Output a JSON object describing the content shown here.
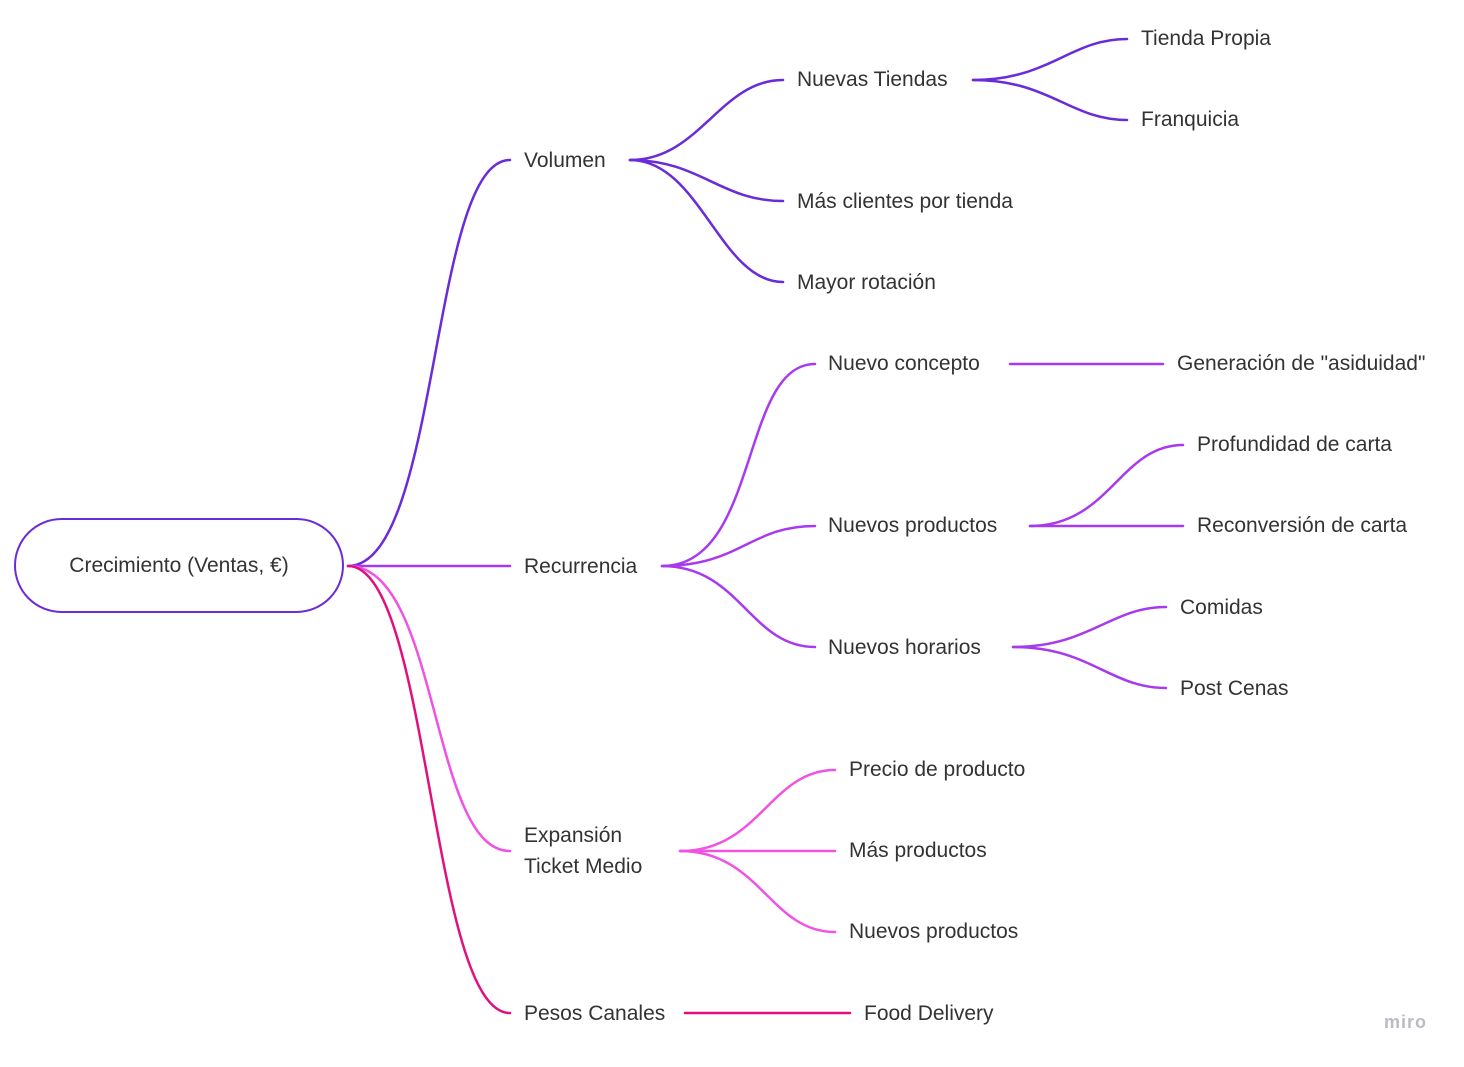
{
  "diagram": {
    "root": "Crecimiento (Ventas, €)",
    "colors": {
      "volumen": "#6a2bd9",
      "recurrencia": "#a73aee",
      "ticket": "#f052e3",
      "canales": "#e0117e"
    },
    "branches": {
      "volumen": {
        "label": "Volumen",
        "children": [
          {
            "label": "Nuevas Tiendas",
            "children": [
              "Tienda Propia",
              "Franquicia"
            ]
          },
          {
            "label": "Más clientes por tienda"
          },
          {
            "label": "Mayor rotación"
          }
        ]
      },
      "recurrencia": {
        "label": "Recurrencia",
        "children": [
          {
            "label": "Nuevo concepto",
            "children": [
              "Generación de \"asiduidad\""
            ]
          },
          {
            "label": "Nuevos productos",
            "children": [
              "Profundidad de carta",
              "Reconversión de carta"
            ]
          },
          {
            "label": "Nuevos horarios",
            "children": [
              "Comidas",
              "Post Cenas"
            ]
          }
        ]
      },
      "ticket": {
        "label_line1": "Expansión",
        "label_line2": "Ticket Medio",
        "children": [
          {
            "label": "Precio de producto"
          },
          {
            "label": "Más productos"
          },
          {
            "label": "Nuevos productos"
          }
        ]
      },
      "canales": {
        "label": "Pesos Canales",
        "children": [
          {
            "label": "Food Delivery"
          }
        ]
      }
    }
  },
  "watermark": "miro"
}
